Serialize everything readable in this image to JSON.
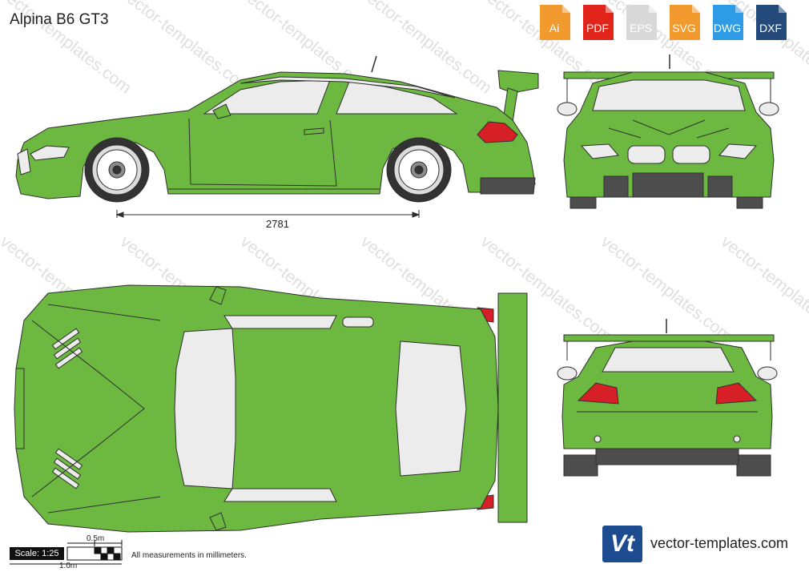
{
  "title": "Alpina B6 GT3",
  "watermark_text": "vector-templates.com",
  "formats": [
    {
      "label": "Ai",
      "color": "#f29a2e"
    },
    {
      "label": "PDF",
      "color": "#e1251b"
    },
    {
      "label": "EPS",
      "color": "#d9d9d9"
    },
    {
      "label": "SVG",
      "color": "#f29a2e"
    },
    {
      "label": "DWG",
      "color": "#2e9be6"
    },
    {
      "label": "DXF",
      "color": "#234a7a"
    }
  ],
  "dimension": "2781",
  "scale": {
    "label": "Scale: 1:25",
    "half_meter": "0.5m",
    "one_meter": "1.0m"
  },
  "note": "All measurements in millimeters.",
  "brand": {
    "logo_text": "Vt",
    "site": "vector-templates.com"
  },
  "colors": {
    "body": "#6cb840",
    "outline": "#2f2f2f",
    "glass": "#ececec",
    "taillight": "#d61f26",
    "dark": "#4d4d4d"
  }
}
